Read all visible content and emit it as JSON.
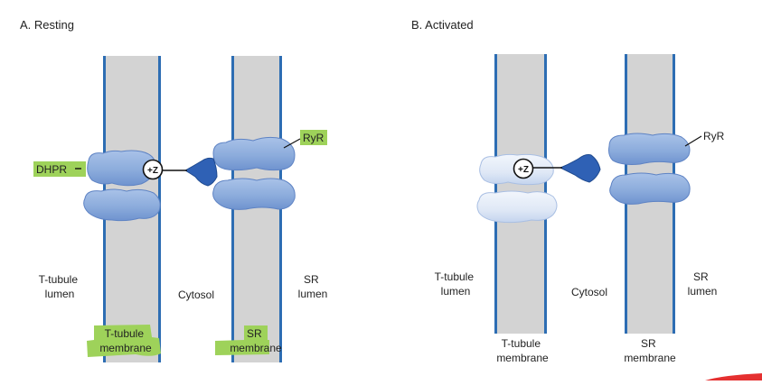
{
  "colors": {
    "membrane_fill": "#d3d3d3",
    "membrane_stroke": "#2d6db3",
    "protein_main": "#8cacdc",
    "protein_light": "#dfe8f6",
    "protein_dark": "#5e83c4",
    "ryr_cytosolic": "#2f61b5",
    "highlight": "#9ed25a",
    "accent_red": "#e53030"
  },
  "panel_a": {
    "title": "A. Resting",
    "labels": {
      "dhpr": "DHPR",
      "ryr": "RyR",
      "voltage_sensor": "+Z",
      "ttubule_lumen": [
        "T-tubule",
        "lumen"
      ],
      "cytosol": "Cytosol",
      "sr_lumen": [
        "SR",
        "lumen"
      ],
      "ttubule_membrane": [
        "T-tubule",
        "membrane"
      ],
      "sr_membrane": [
        "SR",
        "membrane"
      ]
    }
  },
  "panel_b": {
    "title": "B. Activated",
    "labels": {
      "ryr": "RyR",
      "voltage_sensor": "+Z",
      "ttubule_lumen": [
        "T-tubule",
        "lumen"
      ],
      "cytosol": "Cytosol",
      "sr_lumen": [
        "SR",
        "lumen"
      ],
      "ttubule_membrane": [
        "T-tubule",
        "membrane"
      ],
      "sr_membrane": [
        "SR",
        "membrane"
      ]
    }
  }
}
